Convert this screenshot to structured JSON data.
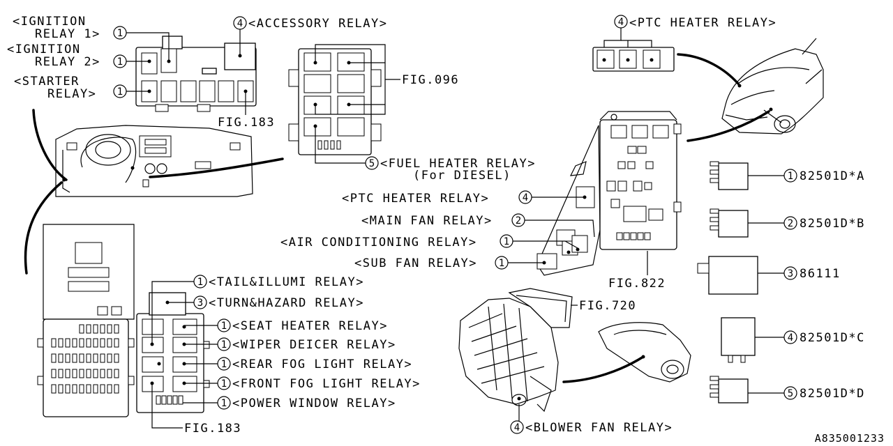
{
  "colors": {
    "ink": "#000000",
    "background": "#ffffff"
  },
  "callouts": {
    "ignition_relay_1": {
      "num": "1",
      "label_line1": "<IGNITION",
      "label_line2": "RELAY 1>"
    },
    "ignition_relay_2": {
      "num": "1",
      "label_line1": "<IGNITION",
      "label_line2": "RELAY 2>"
    },
    "starter_relay": {
      "num": "1",
      "label_line1": "<STARTER",
      "label_line2": "RELAY>"
    },
    "accessory_relay": {
      "num": "4",
      "label": "<ACCESSORY RELAY>"
    },
    "ptc_heater_relay_top": {
      "num": "4",
      "label": "<PTC HEATER RELAY>"
    },
    "fuel_heater_relay": {
      "num": "5",
      "label": "<FUEL HEATER RELAY>",
      "sublabel": "(For DIESEL)"
    },
    "ptc_heater_relay": {
      "num": "4",
      "label": "<PTC HEATER RELAY>"
    },
    "main_fan_relay": {
      "num": "2",
      "label": "<MAIN FAN RELAY>"
    },
    "air_conditioning_relay": {
      "num": "1",
      "label": "<AIR CONDITIONING RELAY>"
    },
    "sub_fan_relay": {
      "num": "1",
      "label": "<SUB FAN RELAY>"
    },
    "tail_illumi_relay": {
      "num": "1",
      "label": "<TAIL&ILLUMI RELAY>"
    },
    "turn_hazard_relay": {
      "num": "3",
      "label": "<TURN&HAZARD RELAY>"
    },
    "seat_heater_relay": {
      "num": "1",
      "label": "<SEAT HEATER RELAY>"
    },
    "wiper_deicer_relay": {
      "num": "1",
      "label": "<WIPER DEICER RELAY>"
    },
    "rear_fog_light_relay": {
      "num": "1",
      "label": "<REAR FOG LIGHT RELAY>"
    },
    "front_fog_light_relay": {
      "num": "1",
      "label": "<FRONT FOG LIGHT RELAY>"
    },
    "power_window_relay": {
      "num": "1",
      "label": "<POWER WINDOW RELAY>"
    },
    "blower_fan_relay": {
      "num": "4",
      "label": "<BLOWER FAN RELAY>"
    }
  },
  "figure_refs": {
    "fig_183_top": "FIG.183",
    "fig_096": "FIG.096",
    "fig_822": "FIG.822",
    "fig_720": "FIG.720",
    "fig_183_bottom": "FIG.183"
  },
  "parts": [
    {
      "num": "1",
      "part_no": "82501D*A"
    },
    {
      "num": "2",
      "part_no": "82501D*B"
    },
    {
      "num": "3",
      "part_no": "86111"
    },
    {
      "num": "4",
      "part_no": "82501D*C"
    },
    {
      "num": "5",
      "part_no": "82501D*D"
    }
  ],
  "diagram_id": "A835001233"
}
